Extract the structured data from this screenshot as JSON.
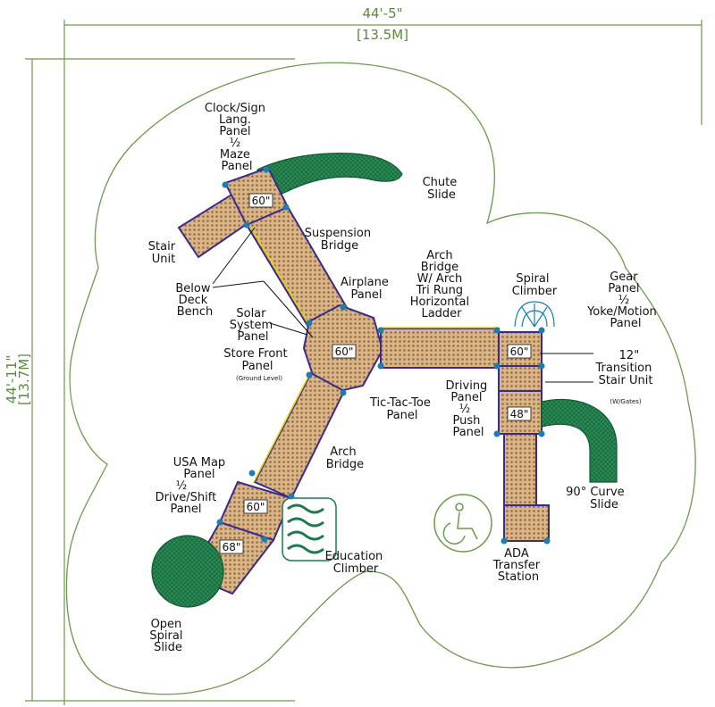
{
  "dimensions": {
    "width_ft": "44'-5\"",
    "width_m": "[13.5M]",
    "height_ft": "44'-11\"",
    "height_m": "[13.7M]"
  },
  "deck_heights": {
    "top_deck": "60\"",
    "center_deck": "60\"",
    "lower_deck": "60\"",
    "bottom_deck": "68\"",
    "right_top_deck": "60\"",
    "right_mid_deck": "48\""
  },
  "labels": {
    "clock_sign": [
      "Clock/Sign",
      "Lang.",
      "Panel",
      "½",
      "Maze",
      "Panel"
    ],
    "chute_slide": [
      "Chute",
      "Slide"
    ],
    "stair_unit": [
      "Stair",
      "Unit"
    ],
    "suspension_bridge": [
      "Suspension",
      "Bridge"
    ],
    "below_deck_bench": [
      "Below",
      "Deck",
      "Bench"
    ],
    "airplane_panel": [
      "Airplane",
      "Panel"
    ],
    "arch_bridge_ladder": [
      "Arch",
      "Bridge",
      "W/ Arch",
      "Tri Rung",
      "Horizontal",
      "Ladder"
    ],
    "spiral_climber": [
      "Spiral",
      "Climber"
    ],
    "gear_panel": [
      "Gear",
      "Panel",
      "½",
      "Yoke/Motion",
      "Panel"
    ],
    "solar_system": [
      "Solar",
      "System",
      "Panel"
    ],
    "store_front": [
      "Store Front",
      "Panel"
    ],
    "ground_level": "(Ground Level)",
    "transition_stair": [
      "12\"",
      "Transition",
      "Stair Unit"
    ],
    "with_gates": "(W/Gates)",
    "tic_tac_toe": [
      "Tic-Tac-Toe",
      "Panel"
    ],
    "driving_panel": [
      "Driving",
      "Panel",
      "½",
      "Push",
      "Panel"
    ],
    "arch_bridge": [
      "Arch",
      "Bridge"
    ],
    "usa_map": [
      "USA Map",
      "Panel",
      "½",
      "Drive/Shift",
      "Panel"
    ],
    "curve_slide": [
      "90° Curve",
      "Slide"
    ],
    "education_climber": [
      "Education",
      "Climber"
    ],
    "ada_transfer": [
      "ADA",
      "Transfer",
      "Station"
    ],
    "open_spiral": [
      "Open",
      "Spiral",
      "Slide"
    ]
  },
  "colors": {
    "boundary": "#6b9a4a",
    "deck": "#b5895a",
    "slide": "#1e7a4a",
    "structure": "#3a2a8a",
    "post": "#1a7fb0",
    "accent_yellow": "#e6d200"
  }
}
